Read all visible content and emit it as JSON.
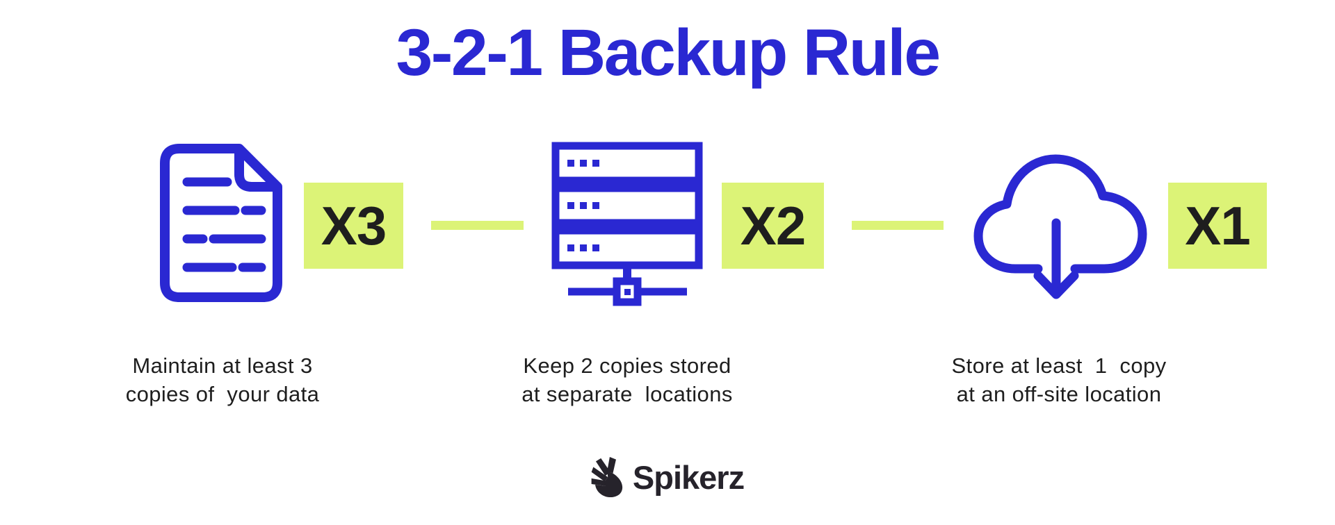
{
  "title": "3-2-1 Backup Rule",
  "colors": {
    "accent_blue": "#2A28D2",
    "highlight_green": "#DCF377",
    "text_dark": "#1E1E1E",
    "background": "#FFFFFF"
  },
  "steps": [
    {
      "id": "copies",
      "icon": "document-icon",
      "multiplier": "X3",
      "caption": {
        "line1": "Maintain at least 3",
        "line2": "copies of  your data"
      }
    },
    {
      "id": "media",
      "icon": "server-stack-icon",
      "multiplier": "X2",
      "caption": {
        "line1": "Keep 2 copies stored",
        "line2": "at separate  locations"
      }
    },
    {
      "id": "offsite",
      "icon": "cloud-download-icon",
      "multiplier": "X1",
      "caption": {
        "line1": "Store at least  1  copy",
        "line2": "at an off-site location"
      }
    }
  ],
  "footer": {
    "brand_name": "Spikerz",
    "logo_icon": "spikerz-hand-icon"
  }
}
